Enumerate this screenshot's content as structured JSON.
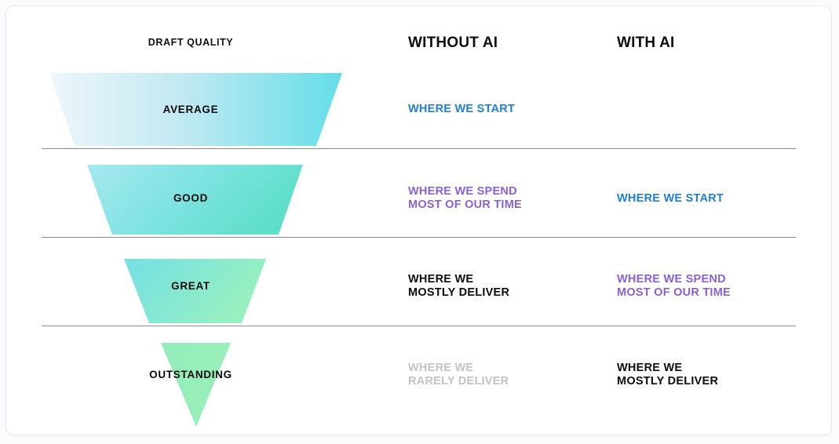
{
  "chart_data": {
    "type": "table",
    "title": "Draft Quality funnel: Without AI vs With AI",
    "columns": [
      "DRAFT QUALITY",
      "WITHOUT AI",
      "WITH AI"
    ],
    "categories": [
      "AVERAGE",
      "GOOD",
      "GREAT",
      "OUTSTANDING"
    ],
    "series": [
      {
        "name": "WITHOUT AI",
        "values": [
          "WHERE WE START",
          "WHERE WE SPEND\nMOST OF OUR TIME",
          "WHERE WE\nMOSTLY DELIVER",
          "WHERE WE\nRARELY DELIVER"
        ]
      },
      {
        "name": "WITH AI",
        "values": [
          "",
          "WHERE WE START",
          "WHERE WE SPEND\nMOST OF OUR TIME",
          "WHERE WE\nMOSTLY DELIVER"
        ]
      }
    ],
    "funnel_widths_pct": [
      100,
      72,
      48,
      23
    ],
    "grid": false,
    "legend": "none"
  },
  "header": {
    "quality_label": "DRAFT QUALITY",
    "without_ai": "WITHOUT AI",
    "with_ai": "WITH AI"
  },
  "colors": {
    "blue": "#1f7fd4",
    "purple": "#8a61d4",
    "black": "#0d0d0d",
    "gray": "#c3c3c3",
    "divider": "#8a8a8e",
    "row1_from": "#eaf5fb",
    "row1_to": "#6fe0e8",
    "row2_from": "#a8e8ef",
    "row2_to": "#62dfcd",
    "row3_from": "#79e0de",
    "row3_to": "#95efc0",
    "row4_from": "#96eeb8",
    "row4_to": "#96eeb8"
  },
  "rows": [
    {
      "stage": "AVERAGE",
      "without_ai": "WHERE WE START",
      "without_ai_color": "#1f7fd4",
      "with_ai": "",
      "with_ai_color": "#0d0d0d"
    },
    {
      "stage": "GOOD",
      "without_ai": "WHERE WE SPEND\nMOST OF OUR TIME",
      "without_ai_color": "#8a61d4",
      "with_ai": "WHERE WE START",
      "with_ai_color": "#1f7fd4"
    },
    {
      "stage": "GREAT",
      "without_ai": "WHERE WE\nMOSTLY DELIVER",
      "without_ai_color": "#0d0d0d",
      "with_ai": "WHERE WE SPEND\nMOST OF OUR TIME",
      "with_ai_color": "#8a61d4"
    },
    {
      "stage": "OUTSTANDING",
      "without_ai": "WHERE WE\nRARELY DELIVER",
      "without_ai_color": "#c3c3c3",
      "with_ai": "WHERE WE\nMOSTLY DELIVER",
      "with_ai_color": "#0d0d0d"
    }
  ]
}
